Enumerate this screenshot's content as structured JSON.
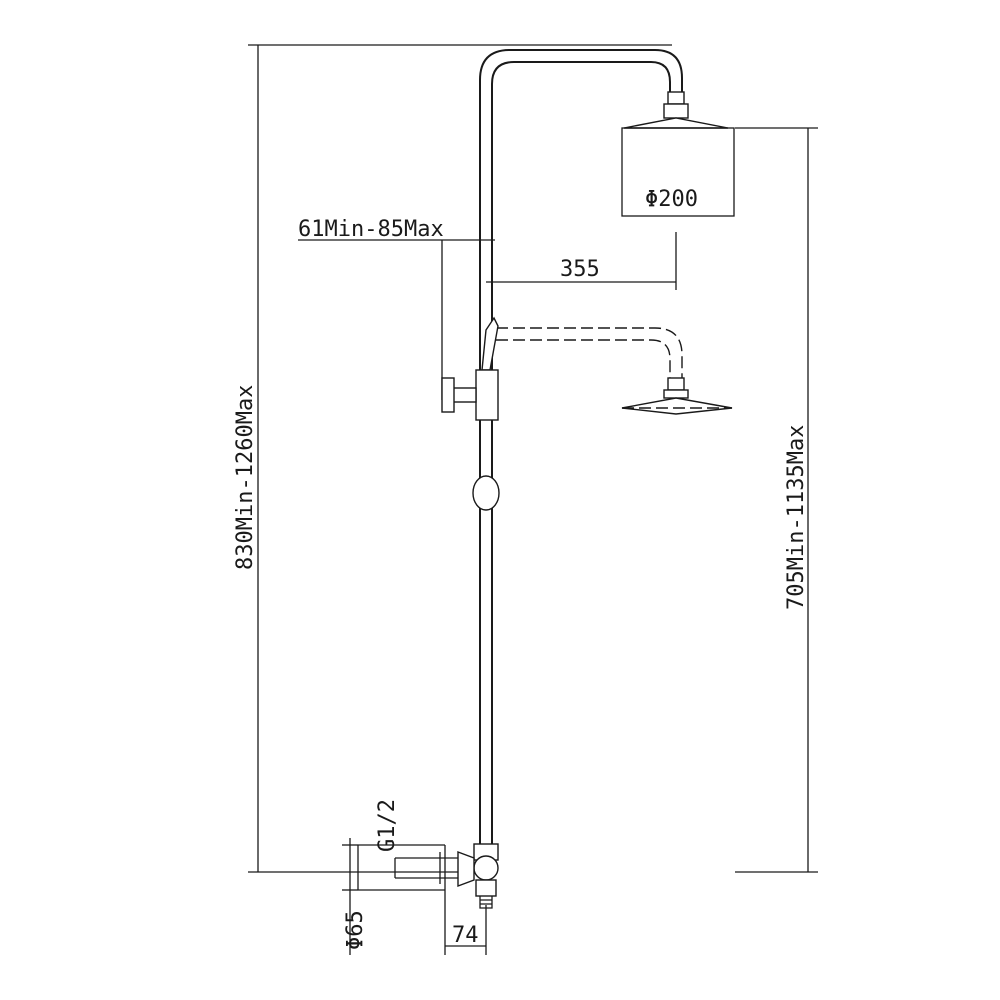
{
  "dimensions": {
    "total_height": "830Min-1260Max",
    "head_height": "705Min-1135Max",
    "head_diameter": "Φ200",
    "arm_length": "355",
    "bracket_offset": "61Min-85Max",
    "thread": "G1/2",
    "flange_diameter": "Φ65",
    "outlet_depth": "74"
  }
}
